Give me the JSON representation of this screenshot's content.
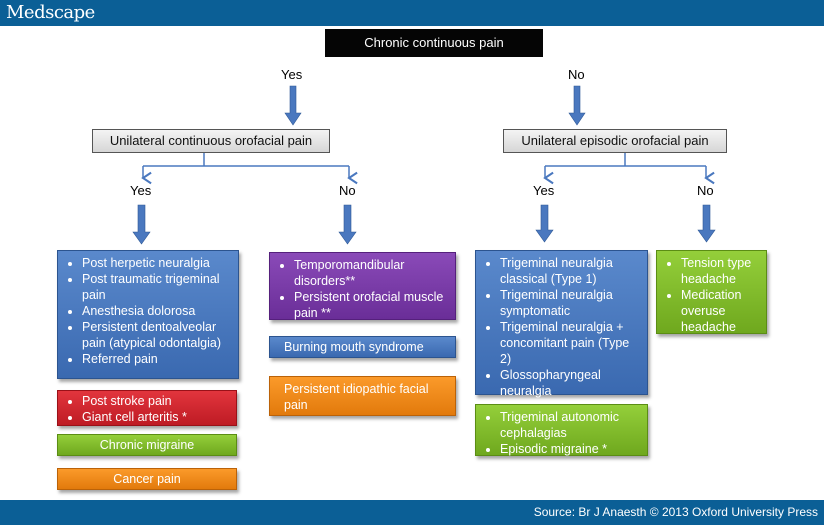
{
  "header": {
    "logo": "Medscape"
  },
  "footer": {
    "source": "Source: Br J Anaesth © 2013 Oxford University Press"
  },
  "root": {
    "label": "Chronic continuous pain"
  },
  "branch_labels": {
    "yes": "Yes",
    "no": "No"
  },
  "level2": {
    "left": "Unilateral continuous orofacial pain",
    "right": "Unilateral episodic orofacial pain"
  },
  "boxes": {
    "blue_left": [
      "Post herpetic neuralgia",
      "Post traumatic trigeminal pain",
      "Anesthesia dolorosa",
      "Persistent dentoalveolar pain (atypical odontalgia)",
      "Referred pain"
    ],
    "red_left": [
      "Post stroke pain",
      "Giant cell arteritis *"
    ],
    "green_left": "Chronic migraine",
    "orange_left": "Cancer pain",
    "purple_mid": [
      "Temporomandibular disorders**",
      "Persistent orofacial muscle pain **"
    ],
    "blue_mid": "Burning mouth syndrome",
    "orange_mid": "Persistent idiopathic facial pain",
    "blue_right": [
      "Trigeminal neuralgia classical (Type 1)",
      "Trigeminal neuralgia symptomatic",
      "Trigeminal neuralgia + concomitant pain (Type 2)",
      "Glossopharyngeal neuralgia"
    ],
    "green_right": [
      "Trigeminal autonomic cephalagias",
      "Episodic migraine *"
    ],
    "green_far_right": [
      "Tension type headache",
      "Medication overuse headache"
    ]
  },
  "colors": {
    "bar": "#0b5f96",
    "blue": "#4a78bf",
    "purple": "#7a3aa8",
    "green": "#80bb28",
    "red": "#d0262e",
    "orange": "#f08a18",
    "arrow": "#4a78bf"
  }
}
